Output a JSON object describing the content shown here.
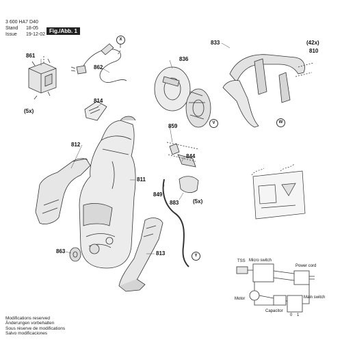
{
  "header": {
    "doc_number": "3 600 HA7 D40",
    "stand_label": "Stand",
    "stand_value": "18-05",
    "issue_label": "Issue",
    "issue_value": "19-12-02",
    "figure_label": "Fig./Abb. 1"
  },
  "parts": {
    "p861": "861",
    "p862": "862",
    "p814": "814",
    "p812": "812",
    "p811": "811",
    "p863": "863",
    "p813": "813",
    "p836": "836",
    "p833": "833",
    "p810": "810",
    "p859": "859",
    "p844": "844",
    "p849": "849",
    "p883": "883"
  },
  "quantities": {
    "q861": "(5x)",
    "q810": "(42x)",
    "q883": "(5x)"
  },
  "refs": {
    "x": "X",
    "v": "V",
    "w": "W",
    "y": "Y"
  },
  "wiring": {
    "tss": "TSS",
    "micro_switch": "Micro switch",
    "power_cord": "Power cord",
    "motor": "Motor",
    "main_switch": "Main switch",
    "capacitor": "Capacitor",
    "switch_off": "0",
    "switch_on": "1"
  },
  "footer": {
    "line1": "Modifications reserved",
    "line2": "Änderungen vorbehalten",
    "line3": "Sous réserve de modifications",
    "line4": "Salvo modificaciones"
  }
}
